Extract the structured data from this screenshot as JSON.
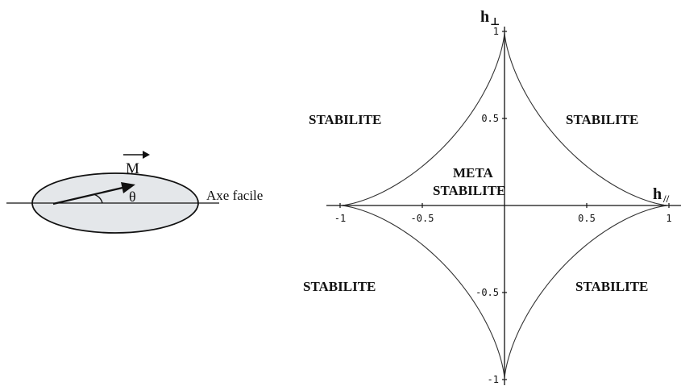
{
  "ellipse_diagram": {
    "magnetization_label": "M",
    "angle_label": "θ",
    "easy_axis_label": "Axe facile",
    "fill_color": "#e4e7ea"
  },
  "astroid_plot": {
    "y_axis_label": "h",
    "y_axis_subscript": "⊥",
    "x_axis_label": "h",
    "x_axis_subscript": "//",
    "x_ticks": [
      {
        "value": -1,
        "label": "-1"
      },
      {
        "value": -0.5,
        "label": "-0.5"
      },
      {
        "value": 0.5,
        "label": "0.5"
      },
      {
        "value": 1,
        "label": "1"
      }
    ],
    "y_ticks": [
      {
        "value": 1,
        "label": "1"
      },
      {
        "value": 0.5,
        "label": "0.5"
      },
      {
        "value": -0.5,
        "label": "-0.5"
      },
      {
        "value": -1,
        "label": "-1"
      }
    ],
    "xlim": [
      -1,
      1
    ],
    "ylim": [
      -1,
      1
    ],
    "curve": "astroid |h_x|^(2/3) + |h_y|^(2/3) = 1",
    "regions": {
      "top_left": "STABILITE",
      "top_right": "STABILITE",
      "bottom_left": "STABILITE",
      "bottom_right": "STABILITE",
      "center_line1": "META",
      "center_line2": "STABILITE"
    }
  }
}
